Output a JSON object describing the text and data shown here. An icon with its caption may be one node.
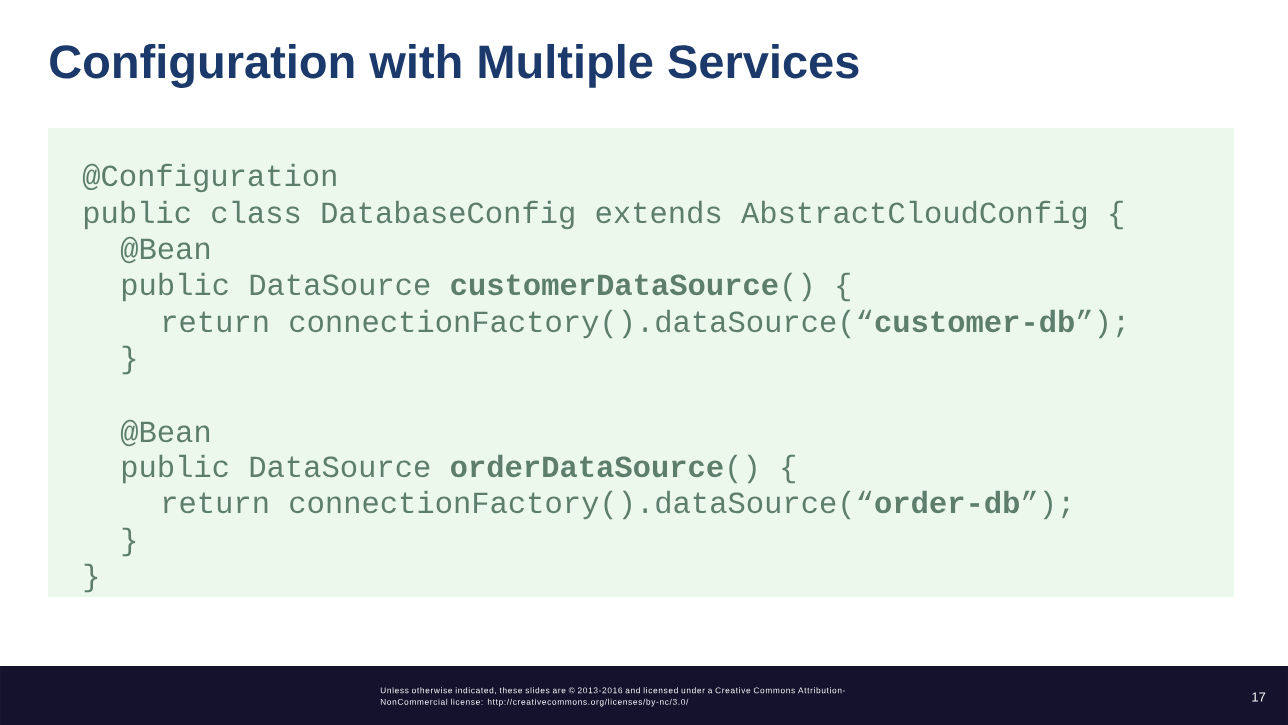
{
  "diagram": {
    "title": "Configuration with Multiple Services",
    "nodes": [
      {
        "text": [
          "@Configuration",
          "public class DatabaseConfig extends AbstractCloudConfig {",
          "@Bean",
          "public DataSource **customerDataSource**() {",
          "return connectionFactory().dataSource(“**customer-db**”);",
          "}",
          "@Bean",
          "public DataSource **orderDataSource**() {",
          "return connectionFactory().dataSource(“**order-db**”);",
          "}",
          "}"
        ]
      }
    ],
    "edges": [],
    "labels": [
      "Unless otherwise indicated, these slides are © 2013-2016 and licensed under a Creative Commons Attribution-NonCommercial license: http://creativecommons.org/licenses/by-nc/3.0/",
      "17"
    ]
  }
}
